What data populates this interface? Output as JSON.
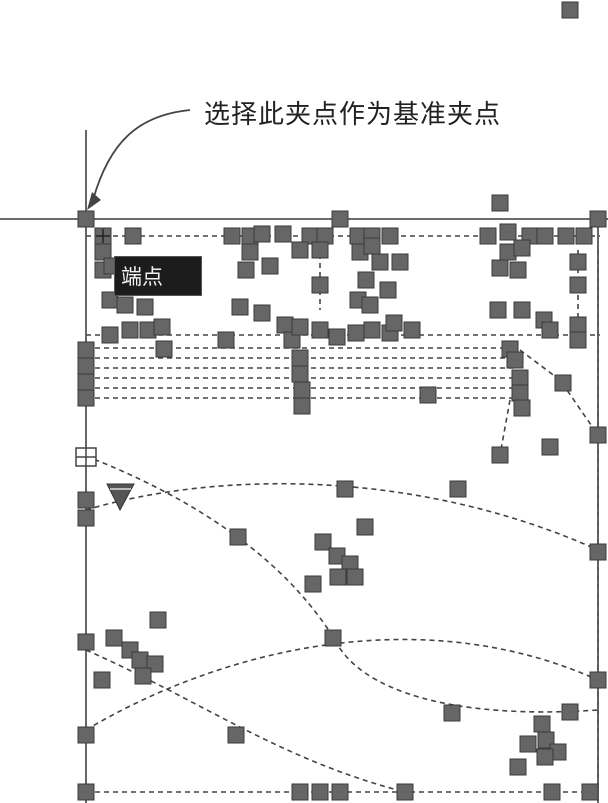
{
  "annotation": {
    "callout_text": "选择此夹点作为基准夹点"
  },
  "tooltip": {
    "label": "端点"
  },
  "colors": {
    "grip": "#666666",
    "grip_border": "#3a3a3a",
    "line": "#555555",
    "dash": "#444444"
  },
  "icons": [
    "crosshair-cursor",
    "snap-marker-icon",
    "triangle-marker-icon",
    "callout-arrow-icon"
  ]
}
